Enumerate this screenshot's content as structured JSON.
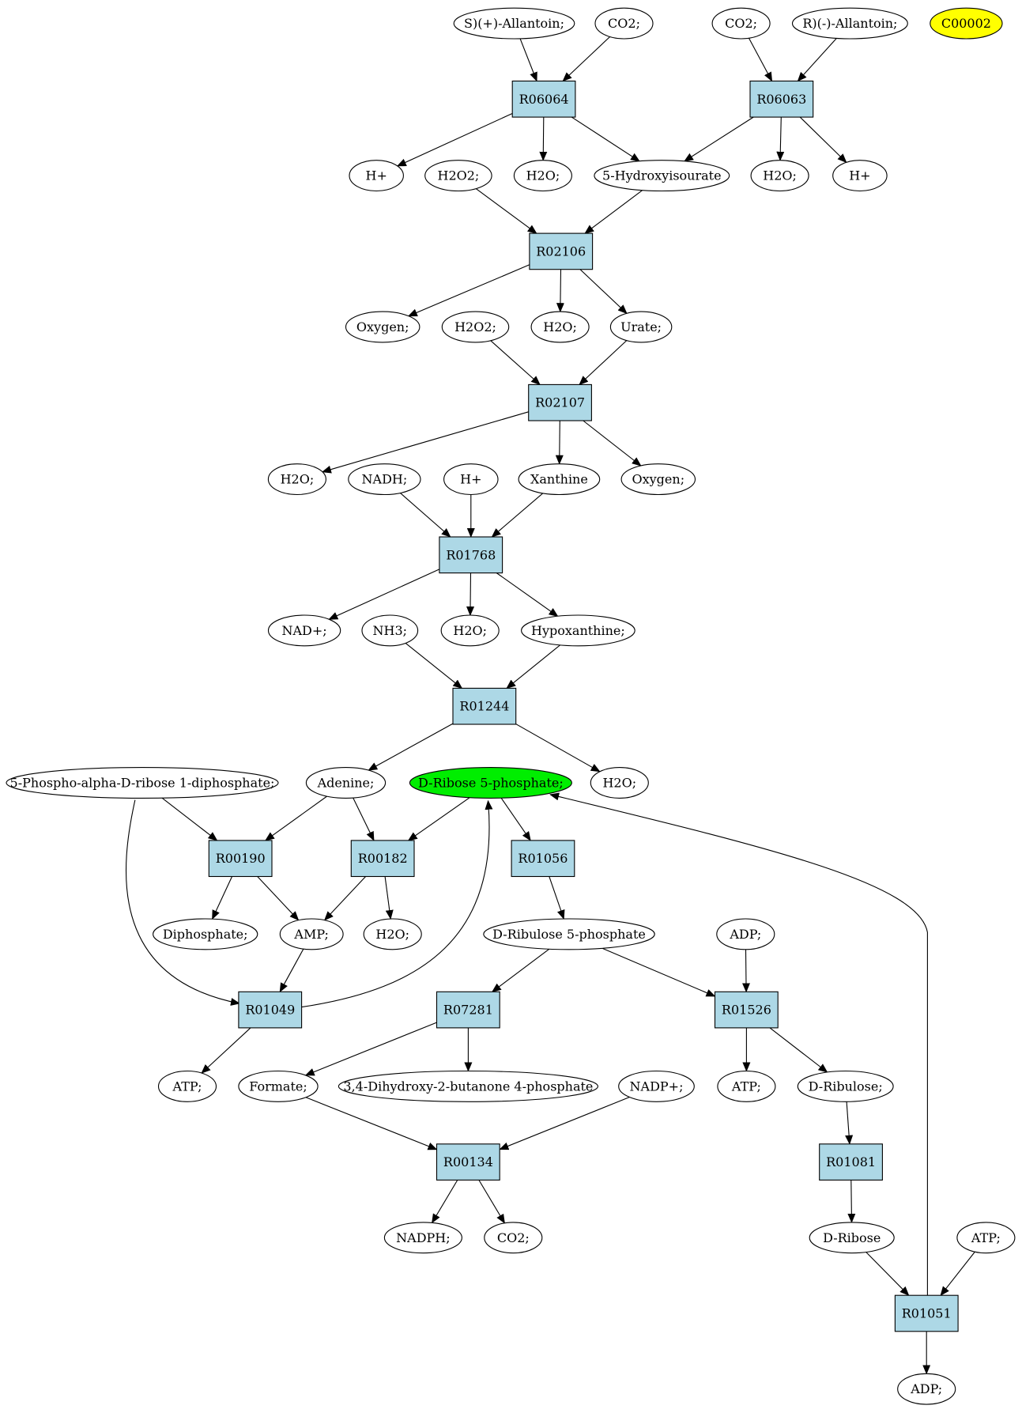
{
  "colors": {
    "reaction_fill": "#add8e6",
    "compound_fill": "#ffffff",
    "highlight_green": "#00ee00",
    "highlight_yellow": "#ffff00",
    "stroke": "#000000"
  },
  "nodes": [
    {
      "id": "c_s_allantoin",
      "label": "S)(+)-Allantoin;",
      "kind": "compound"
    },
    {
      "id": "c_co2_a",
      "label": "CO2;",
      "kind": "compound"
    },
    {
      "id": "c_co2_b",
      "label": "CO2;",
      "kind": "compound"
    },
    {
      "id": "c_r_allantoin",
      "label": "R)(-)-Allantoin;",
      "kind": "compound"
    },
    {
      "id": "c_c00002",
      "label": "C00002",
      "kind": "compound",
      "highlight": "yellow"
    },
    {
      "id": "r_R06064",
      "label": "R06064",
      "kind": "reaction"
    },
    {
      "id": "r_R06063",
      "label": "R06063",
      "kind": "reaction"
    },
    {
      "id": "c_hplus_a",
      "label": "H+",
      "kind": "compound"
    },
    {
      "id": "c_h2o2_a",
      "label": "H2O2;",
      "kind": "compound"
    },
    {
      "id": "c_h2o_a",
      "label": "H2O;",
      "kind": "compound"
    },
    {
      "id": "c_hydroxyisourate",
      "label": "5-Hydroxyisourate",
      "kind": "compound"
    },
    {
      "id": "c_h2o_b",
      "label": "H2O;",
      "kind": "compound"
    },
    {
      "id": "c_hplus_b",
      "label": "H+",
      "kind": "compound"
    },
    {
      "id": "r_R02106",
      "label": "R02106",
      "kind": "reaction"
    },
    {
      "id": "c_oxygen_a",
      "label": "Oxygen;",
      "kind": "compound"
    },
    {
      "id": "c_h2o2_b",
      "label": "H2O2;",
      "kind": "compound"
    },
    {
      "id": "c_h2o_c",
      "label": "H2O;",
      "kind": "compound"
    },
    {
      "id": "c_urate",
      "label": "Urate;",
      "kind": "compound"
    },
    {
      "id": "r_R02107",
      "label": "R02107",
      "kind": "reaction"
    },
    {
      "id": "c_h2o_d",
      "label": "H2O;",
      "kind": "compound"
    },
    {
      "id": "c_nadh",
      "label": "NADH;",
      "kind": "compound"
    },
    {
      "id": "c_hplus_c",
      "label": "H+",
      "kind": "compound"
    },
    {
      "id": "c_xanthine",
      "label": "Xanthine",
      "kind": "compound"
    },
    {
      "id": "c_oxygen_b",
      "label": "Oxygen;",
      "kind": "compound"
    },
    {
      "id": "r_R01768",
      "label": "R01768",
      "kind": "reaction"
    },
    {
      "id": "c_nadplus",
      "label": "NAD+;",
      "kind": "compound"
    },
    {
      "id": "c_nh3",
      "label": "NH3;",
      "kind": "compound"
    },
    {
      "id": "c_h2o_e",
      "label": "H2O;",
      "kind": "compound"
    },
    {
      "id": "c_hypoxanthine",
      "label": "Hypoxanthine;",
      "kind": "compound"
    },
    {
      "id": "r_R01244",
      "label": "R01244",
      "kind": "reaction"
    },
    {
      "id": "c_prpp",
      "label": "5-Phospho-alpha-D-ribose 1-diphosphate;",
      "kind": "compound"
    },
    {
      "id": "c_adenine",
      "label": "Adenine;",
      "kind": "compound"
    },
    {
      "id": "c_ribose5p",
      "label": "D-Ribose 5-phosphate;",
      "kind": "compound",
      "highlight": "green"
    },
    {
      "id": "c_h2o_f",
      "label": "H2O;",
      "kind": "compound"
    },
    {
      "id": "r_R00190",
      "label": "R00190",
      "kind": "reaction"
    },
    {
      "id": "r_R00182",
      "label": "R00182",
      "kind": "reaction"
    },
    {
      "id": "r_R01056",
      "label": "R01056",
      "kind": "reaction"
    },
    {
      "id": "c_diphosphate",
      "label": "Diphosphate;",
      "kind": "compound"
    },
    {
      "id": "c_amp",
      "label": "AMP;",
      "kind": "compound"
    },
    {
      "id": "c_h2o_g",
      "label": "H2O;",
      "kind": "compound"
    },
    {
      "id": "c_ribulose5p",
      "label": "D-Ribulose 5-phosphate",
      "kind": "compound"
    },
    {
      "id": "c_adp_a",
      "label": "ADP;",
      "kind": "compound"
    },
    {
      "id": "r_R01049",
      "label": "R01049",
      "kind": "reaction"
    },
    {
      "id": "r_R07281",
      "label": "R07281",
      "kind": "reaction"
    },
    {
      "id": "r_R01526",
      "label": "R01526",
      "kind": "reaction"
    },
    {
      "id": "c_atp_a",
      "label": "ATP;",
      "kind": "compound"
    },
    {
      "id": "c_formate",
      "label": "Formate;",
      "kind": "compound"
    },
    {
      "id": "c_dhbp",
      "label": "3,4-Dihydroxy-2-butanone 4-phosphate",
      "kind": "compound"
    },
    {
      "id": "c_nadpplus",
      "label": "NADP+;",
      "kind": "compound"
    },
    {
      "id": "c_atp_b",
      "label": "ATP;",
      "kind": "compound"
    },
    {
      "id": "c_ribulose",
      "label": "D-Ribulose;",
      "kind": "compound"
    },
    {
      "id": "r_R00134",
      "label": "R00134",
      "kind": "reaction"
    },
    {
      "id": "r_R01081",
      "label": "R01081",
      "kind": "reaction"
    },
    {
      "id": "c_nadph",
      "label": "NADPH;",
      "kind": "compound"
    },
    {
      "id": "c_co2_c",
      "label": "CO2;",
      "kind": "compound"
    },
    {
      "id": "c_ribose",
      "label": "D-Ribose",
      "kind": "compound"
    },
    {
      "id": "c_atp_c",
      "label": "ATP;",
      "kind": "compound"
    },
    {
      "id": "r_R01051",
      "label": "R01051",
      "kind": "reaction"
    },
    {
      "id": "c_adp_b",
      "label": "ADP;",
      "kind": "compound"
    }
  ],
  "edges": [
    [
      "c_s_allantoin",
      "r_R06064"
    ],
    [
      "c_co2_a",
      "r_R06064"
    ],
    [
      "c_co2_b",
      "r_R06063"
    ],
    [
      "c_r_allantoin",
      "r_R06063"
    ],
    [
      "r_R06064",
      "c_hplus_a"
    ],
    [
      "r_R06064",
      "c_h2o_a"
    ],
    [
      "r_R06064",
      "c_hydroxyisourate"
    ],
    [
      "r_R06063",
      "c_hydroxyisourate"
    ],
    [
      "r_R06063",
      "c_h2o_b"
    ],
    [
      "r_R06063",
      "c_hplus_b"
    ],
    [
      "c_h2o2_a",
      "r_R02106"
    ],
    [
      "c_hydroxyisourate",
      "r_R02106"
    ],
    [
      "r_R02106",
      "c_oxygen_a"
    ],
    [
      "r_R02106",
      "c_h2o_c"
    ],
    [
      "r_R02106",
      "c_urate"
    ],
    [
      "c_h2o2_b",
      "r_R02107"
    ],
    [
      "c_urate",
      "r_R02107"
    ],
    [
      "r_R02107",
      "c_h2o_d"
    ],
    [
      "r_R02107",
      "c_xanthine"
    ],
    [
      "r_R02107",
      "c_oxygen_b"
    ],
    [
      "c_nadh",
      "r_R01768"
    ],
    [
      "c_hplus_c",
      "r_R01768"
    ],
    [
      "c_xanthine",
      "r_R01768"
    ],
    [
      "r_R01768",
      "c_nadplus"
    ],
    [
      "r_R01768",
      "c_h2o_e"
    ],
    [
      "r_R01768",
      "c_hypoxanthine"
    ],
    [
      "c_nh3",
      "r_R01244"
    ],
    [
      "c_hypoxanthine",
      "r_R01244"
    ],
    [
      "r_R01244",
      "c_adenine"
    ],
    [
      "r_R01244",
      "c_h2o_f"
    ],
    [
      "c_prpp",
      "r_R00190"
    ],
    [
      "c_adenine",
      "r_R00190"
    ],
    [
      "c_adenine",
      "r_R00182"
    ],
    [
      "c_ribose5p",
      "r_R00182"
    ],
    [
      "c_ribose5p",
      "r_R01056"
    ],
    [
      "r_R00190",
      "c_diphosphate"
    ],
    [
      "r_R00190",
      "c_amp"
    ],
    [
      "r_R00182",
      "c_amp"
    ],
    [
      "r_R00182",
      "c_h2o_g"
    ],
    [
      "r_R01056",
      "c_ribulose5p"
    ],
    [
      "c_amp",
      "r_R01049"
    ],
    [
      "c_prpp",
      "r_R01049"
    ],
    [
      "r_R01049",
      "c_ribose5p"
    ],
    [
      "c_ribulose5p",
      "r_R07281"
    ],
    [
      "c_ribulose5p",
      "r_R01526"
    ],
    [
      "c_adp_a",
      "r_R01526"
    ],
    [
      "r_R01049",
      "c_atp_a"
    ],
    [
      "r_R07281",
      "c_formate"
    ],
    [
      "r_R07281",
      "c_dhbp"
    ],
    [
      "r_R01526",
      "c_atp_b"
    ],
    [
      "r_R01526",
      "c_ribulose"
    ],
    [
      "c_formate",
      "r_R00134"
    ],
    [
      "c_nadpplus",
      "r_R00134"
    ],
    [
      "r_R00134",
      "c_nadph"
    ],
    [
      "r_R00134",
      "c_co2_c"
    ],
    [
      "c_ribulose",
      "r_R01081"
    ],
    [
      "r_R01081",
      "c_ribose"
    ],
    [
      "c_ribose",
      "r_R01051"
    ],
    [
      "c_atp_c",
      "r_R01051"
    ],
    [
      "r_R01051",
      "c_adp_b"
    ],
    [
      "r_R01051",
      "c_ribose5p"
    ]
  ]
}
